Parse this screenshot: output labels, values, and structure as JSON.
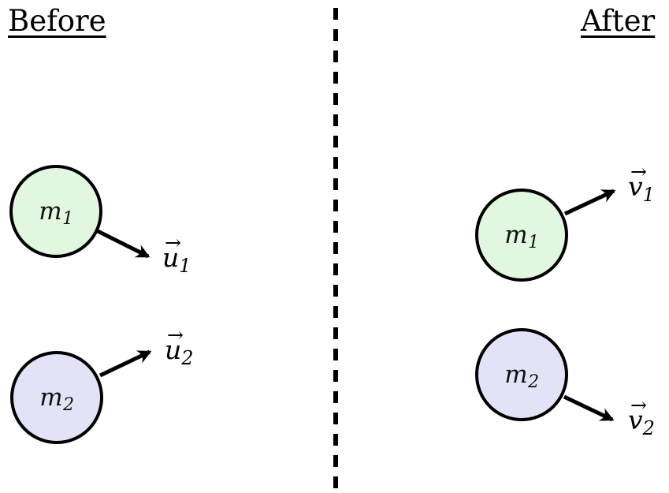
{
  "colors": {
    "mass1_fill": "#e2f7e0",
    "mass2_fill": "#e3e3f8",
    "stroke": "#000000",
    "background": "#ffffff"
  },
  "before": {
    "heading": "Before",
    "masses": [
      {
        "name": "m",
        "subscript": "1"
      },
      {
        "name": "m",
        "subscript": "2"
      }
    ],
    "vectors": [
      {
        "arrow_symbol": "→",
        "letter": "u",
        "subscript": "1"
      },
      {
        "arrow_symbol": "→",
        "letter": "u",
        "subscript": "2"
      }
    ]
  },
  "after": {
    "heading": "After",
    "masses": [
      {
        "name": "m",
        "subscript": "1"
      },
      {
        "name": "m",
        "subscript": "2"
      }
    ],
    "vectors": [
      {
        "arrow_symbol": "→",
        "letter": "v",
        "subscript": "1"
      },
      {
        "arrow_symbol": "→",
        "letter": "v",
        "subscript": "2"
      }
    ]
  }
}
